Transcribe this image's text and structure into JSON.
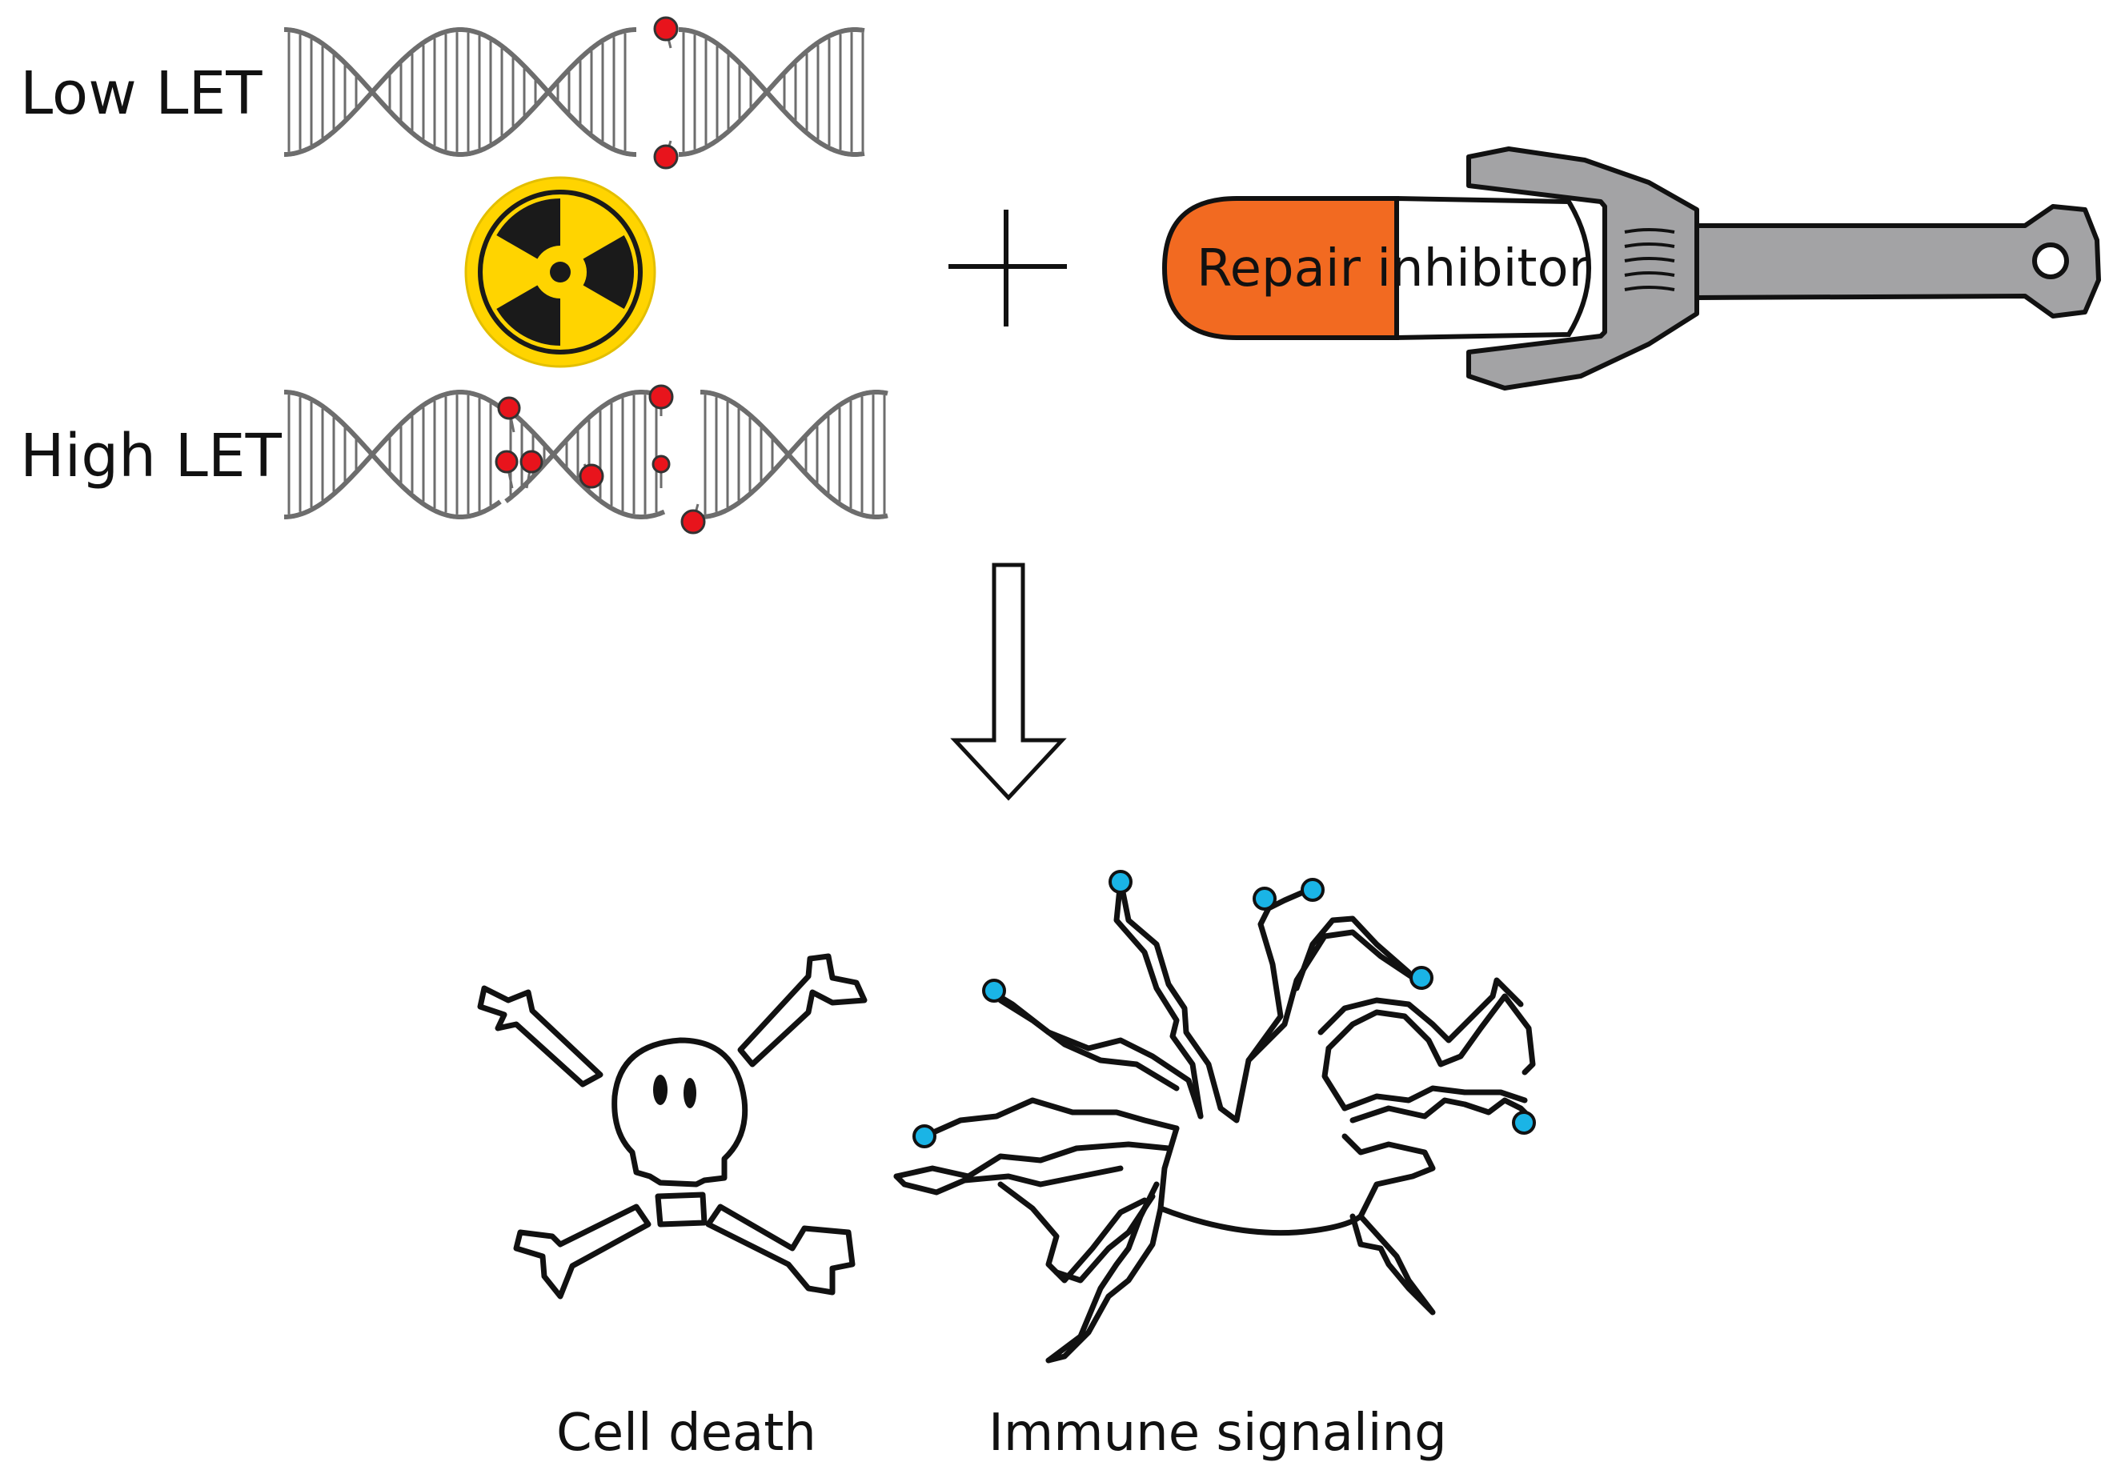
{
  "labels": {
    "low_let": "Low LET",
    "high_let": "High LET",
    "repair_inhibitor": "Repair inhibitor",
    "cell_death": "Cell death",
    "immune_signaling": "Immune signaling"
  },
  "icons": {
    "radiation": "radiation-hazard-icon",
    "plus": "plus-icon",
    "arrow": "arrow-down-icon",
    "wrench": "wrench-icon",
    "skull": "skull-crossbones-icon",
    "dendritic_cell": "dendritic-cell-icon"
  },
  "colors": {
    "dna": "#6d6d6d",
    "damage_dot": "#e8141c",
    "radiation_yellow": "#ffd400",
    "radiation_black": "#1a1a1a",
    "inhibitor_orange": "#f26a21",
    "wrench_gray": "#a3a3a5",
    "signal_dot": "#1ab4e6",
    "outline": "#111111"
  }
}
